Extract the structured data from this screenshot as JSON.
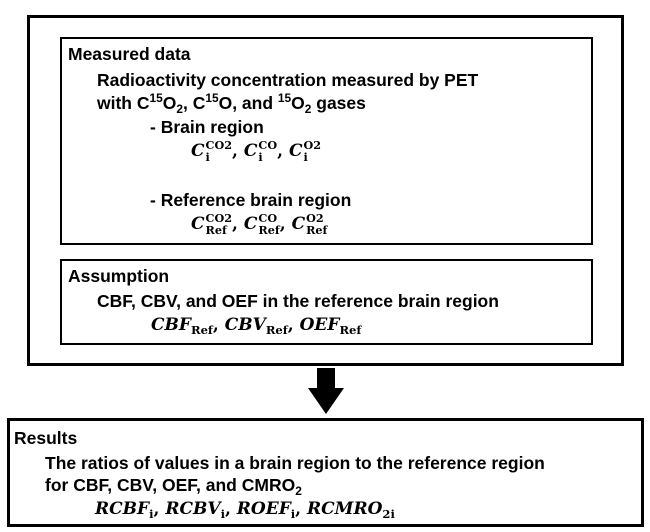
{
  "measured": {
    "heading": "Measured data",
    "line1": "Radioactivity concentration measured by PET",
    "line2": {
      "a": "with C",
      "a_sup": "15",
      "b": "O",
      "b_sub": "2",
      "c": ", C",
      "c_sup": "15",
      "d": "O, and ",
      "d_sup": "15",
      "e": "O",
      "e_sub": "2",
      "f": " gases"
    },
    "brain_label": "- Brain region",
    "brain_symbols": [
      {
        "base": "C",
        "sup": "CO2",
        "sub": "i"
      },
      {
        "base": "C",
        "sup": "CO",
        "sub": "i"
      },
      {
        "base": "C",
        "sup": "O2",
        "sub": "i"
      }
    ],
    "ref_label": "- Reference brain region",
    "ref_symbols": [
      {
        "base": "C",
        "sup": "CO2",
        "sub": "Ref"
      },
      {
        "base": "C",
        "sup": "CO",
        "sub": "Ref"
      },
      {
        "base": "C",
        "sup": "O2",
        "sub": "Ref"
      }
    ],
    "separator": ", "
  },
  "assumption": {
    "heading": "Assumption",
    "line1": "CBF, CBV, and OEF in the reference brain region",
    "symbols": [
      {
        "base": "CBF",
        "sub": "Ref"
      },
      {
        "base": "CBV",
        "sub": "Ref"
      },
      {
        "base": "OEF",
        "sub": "Ref"
      }
    ]
  },
  "results": {
    "heading": "Results",
    "line1": "The ratios of values in a brain region to the reference region",
    "line2": "for CBF, CBV, OEF, and CMRO",
    "line2_sub": "2",
    "symbols": [
      {
        "base": "RCBF",
        "sub": "i"
      },
      {
        "base": "RCBV",
        "sub": "i"
      },
      {
        "base": "ROEF",
        "sub": "i"
      },
      {
        "base": "RCMRO",
        "sub": "2i"
      }
    ]
  }
}
